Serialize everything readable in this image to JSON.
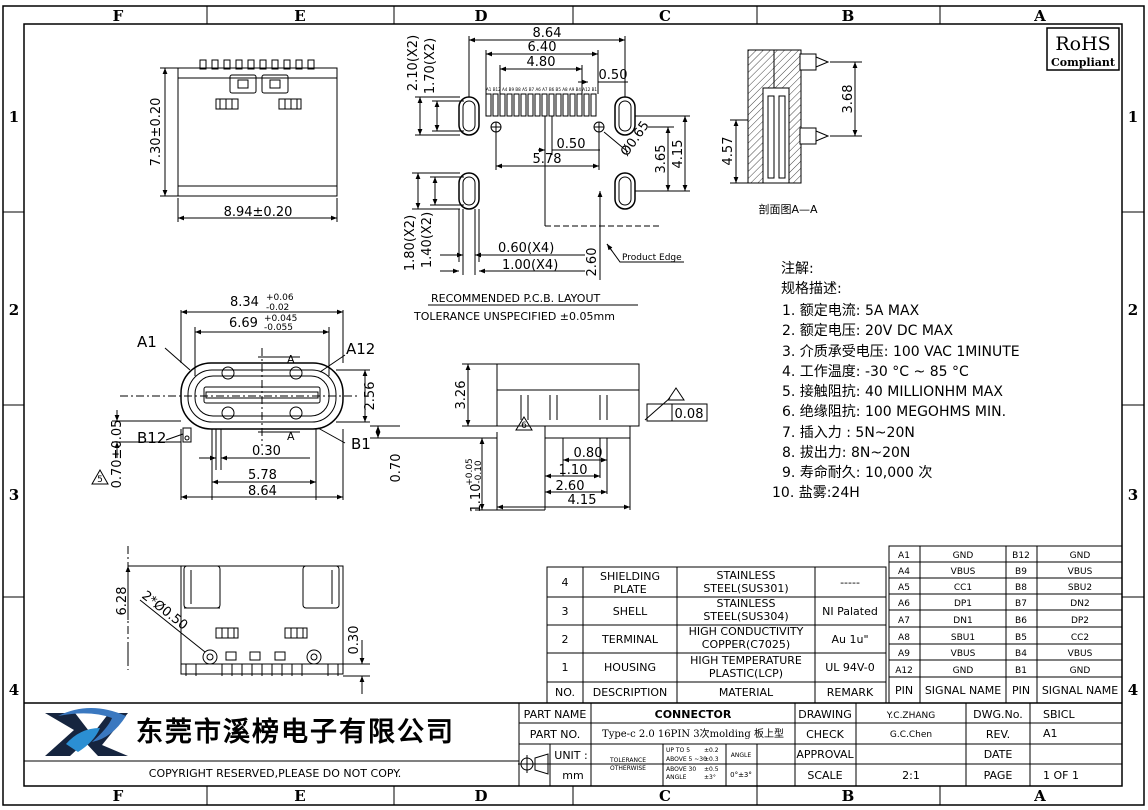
{
  "grid": {
    "columns": [
      "F",
      "E",
      "D",
      "C",
      "B",
      "A"
    ],
    "rows": [
      "1",
      "2",
      "3",
      "4"
    ]
  },
  "rohs": {
    "title": "RoHS",
    "subtitle": "Compliant"
  },
  "front_view": {
    "height_dim": "7.30±0.20",
    "width_dim": "8.94±0.20"
  },
  "pcb_layout": {
    "dims": {
      "d864": "8.64",
      "d640": "6.40",
      "d480": "4.80",
      "d050a": "0.50",
      "d050b": "0.50",
      "d578": "5.78",
      "d065": "0.65",
      "d365": "3.65",
      "d415": "4.15",
      "d210": "2.10(X2)",
      "d170": "1.70(X2)",
      "d180": "1.80(X2)",
      "d140": "1.40(X2)",
      "d060": "0.60(X4)",
      "d100": "1.00(X4)",
      "d260": "2.60"
    },
    "pin_labels": "A1 B12 A4 B9 B8 A5 B7 A6 A7 B6 B5 A8 A9 B4 A12 B1",
    "product_edge": "Product Edge",
    "title": "RECOMMENDED   P.C.B.  LAYOUT",
    "tolerance": "TOLERANCE  UNSPECIFIED  ±0.05mm"
  },
  "section_view": {
    "d368": "3.68",
    "d457": "4.57",
    "caption": "剖面图A—A"
  },
  "notes": {
    "header": "注解:",
    "spec_header": "规格描述:",
    "items": [
      "1.  额定电流: 5A  MAX",
      "2.  额定电压: 20V  DC  MAX",
      "3.  介质承受电压: 100  VAC  1MINUTE",
      "4.  工作温度: -30 °C  ~  85 °C",
      "5.  接触阻抗: 40  MILLIONHM  MAX",
      "6.  绝缘阻抗: 100  MEGOHMS  MIN.",
      "7.  插入力 : 5N~20N",
      "8.  拔出力: 8N~20N",
      "9.  寿命耐久:    10,000  次",
      "10.  盐雾:24H"
    ]
  },
  "top_view": {
    "d834": "8.34",
    "d834_tol_up": "+0.06",
    "d834_tol_dn": "-0.02",
    "d669": "6.69",
    "d669_tol_up": "+0.045",
    "d669_tol_dn": "-0.055",
    "a1": "A1",
    "a12": "A12",
    "b12": "B12",
    "b1": "B1",
    "sec_a": "A",
    "d256": "2.56",
    "d030": "0.30",
    "d578": "5.78",
    "d864": "8.64",
    "d070": "0.70±0.05",
    "flag": "5"
  },
  "side_view": {
    "d326": "3.26",
    "d008": "0.08",
    "d080": "0.80",
    "d110": "1.10",
    "d260": "2.60",
    "d415": "4.15",
    "d070": "0.70",
    "d110tol": "1.10",
    "d110tol_up": "+0.05",
    "d110tol_dn": "-0.10",
    "flag": "6"
  },
  "bottom_view": {
    "d628": "6.28",
    "d050": "2*Ø0.50",
    "d030": "0.30"
  },
  "bom": {
    "headers": [
      "NO.",
      "DESCRIPTION",
      "MATERIAL",
      "REMARK"
    ],
    "rows": [
      {
        "no": "4",
        "desc": [
          "SHIELDING",
          "PLATE"
        ],
        "mat": [
          "STAINLESS",
          "STEEL(SUS301)"
        ],
        "rem": "-----"
      },
      {
        "no": "3",
        "desc": [
          "SHELL"
        ],
        "mat": [
          "STAINLESS",
          "STEEL(SUS304)"
        ],
        "rem": "NI Palated"
      },
      {
        "no": "2",
        "desc": [
          "TERMINAL"
        ],
        "mat": [
          "HIGH  CONDUCTIVITY",
          "COPPER(C7025)"
        ],
        "rem": "Au 1u\""
      },
      {
        "no": "1",
        "desc": [
          "HOUSING"
        ],
        "mat": [
          "HIGH  TEMPERATURE",
          "PLASTIC(LCP)"
        ],
        "rem": "UL 94V-0"
      }
    ]
  },
  "pins": {
    "headers": [
      "PIN",
      "SIGNAL NAME",
      "PIN",
      "SIGNAL NAME"
    ],
    "rows": [
      [
        "A1",
        "GND",
        "B12",
        "GND"
      ],
      [
        "A4",
        "VBUS",
        "B9",
        "VBUS"
      ],
      [
        "A5",
        "CC1",
        "B8",
        "SBU2"
      ],
      [
        "A6",
        "DP1",
        "B7",
        "DN2"
      ],
      [
        "A7",
        "DN1",
        "B6",
        "DP2"
      ],
      [
        "A8",
        "SBU1",
        "B5",
        "CC2"
      ],
      [
        "A9",
        "VBUS",
        "B4",
        "VBUS"
      ],
      [
        "A12",
        "GND",
        "B1",
        "GND"
      ]
    ]
  },
  "title_block": {
    "company": "东莞市溪榜电子有限公司",
    "copyright": "COPYRIGHT  RESERVED,PLEASE  DO  NOT  COPY.",
    "part_name_label": "PART NAME",
    "part_name": "CONNECTOR",
    "part_no_label": "PART NO.",
    "part_no": "Type-c 2.0 16PIN 3次molding 板上型",
    "unit_label": "UNIT :",
    "unit": "mm",
    "tol_label": [
      "TOLERANCE",
      "OTHERWISE"
    ],
    "tol_rows": [
      [
        "UP TO 5",
        "±0.2"
      ],
      [
        "ABOVE 5 ~30",
        "±0.3"
      ],
      [
        "ABOVE 30",
        "±0.5"
      ],
      [
        "ANGLE",
        "±3°"
      ]
    ],
    "angle_label": "ANGLE",
    "angle_val": "0°±3°",
    "drawing_label": "DRAWING",
    "drawing": "Y.C.ZHANG",
    "check_label": "CHECK",
    "check": "G.C.Chen",
    "approval_label": "APPROVAL",
    "approval": "",
    "scale_label": "SCALE",
    "scale": "2:1",
    "dwg_label": "DWG.No.",
    "dwg": "SBICL",
    "rev_label": "REV.",
    "rev": "A1",
    "date_label": "DATE",
    "date": "",
    "page_label": "PAGE",
    "page": "1  OF  1"
  }
}
